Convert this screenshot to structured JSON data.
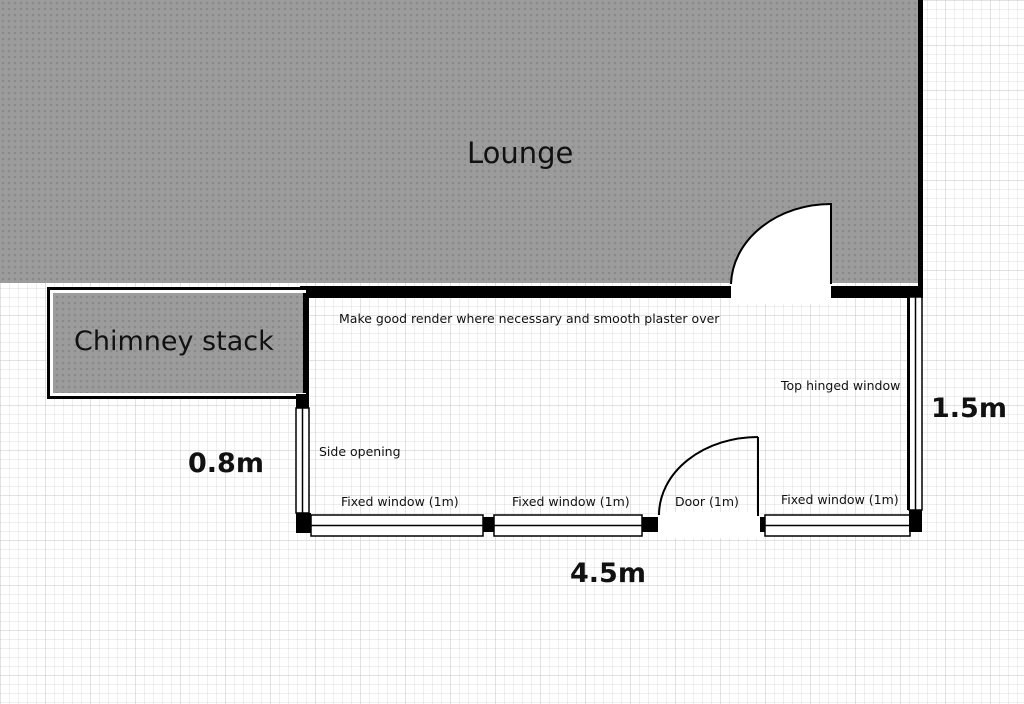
{
  "rooms": {
    "lounge": "Lounge",
    "chimney": "Chimney stack"
  },
  "notes": {
    "render": "Make good render where necessary and smooth plaster over",
    "side_opening": "Side opening",
    "top_hinged_window": "Top hinged window",
    "fixed_window_1": "Fixed window (1m)",
    "fixed_window_2": "Fixed window (1m)",
    "door": "Door (1m)",
    "fixed_window_3": "Fixed window (1m)"
  },
  "dimensions": {
    "width": "4.5m",
    "depth": "1.5m",
    "side": "0.8m"
  },
  "colors": {
    "fill": "#9a9a9a",
    "wall": "#000000",
    "grid_minor": "#dcdcdc",
    "grid_major": "#bcbcbc"
  }
}
